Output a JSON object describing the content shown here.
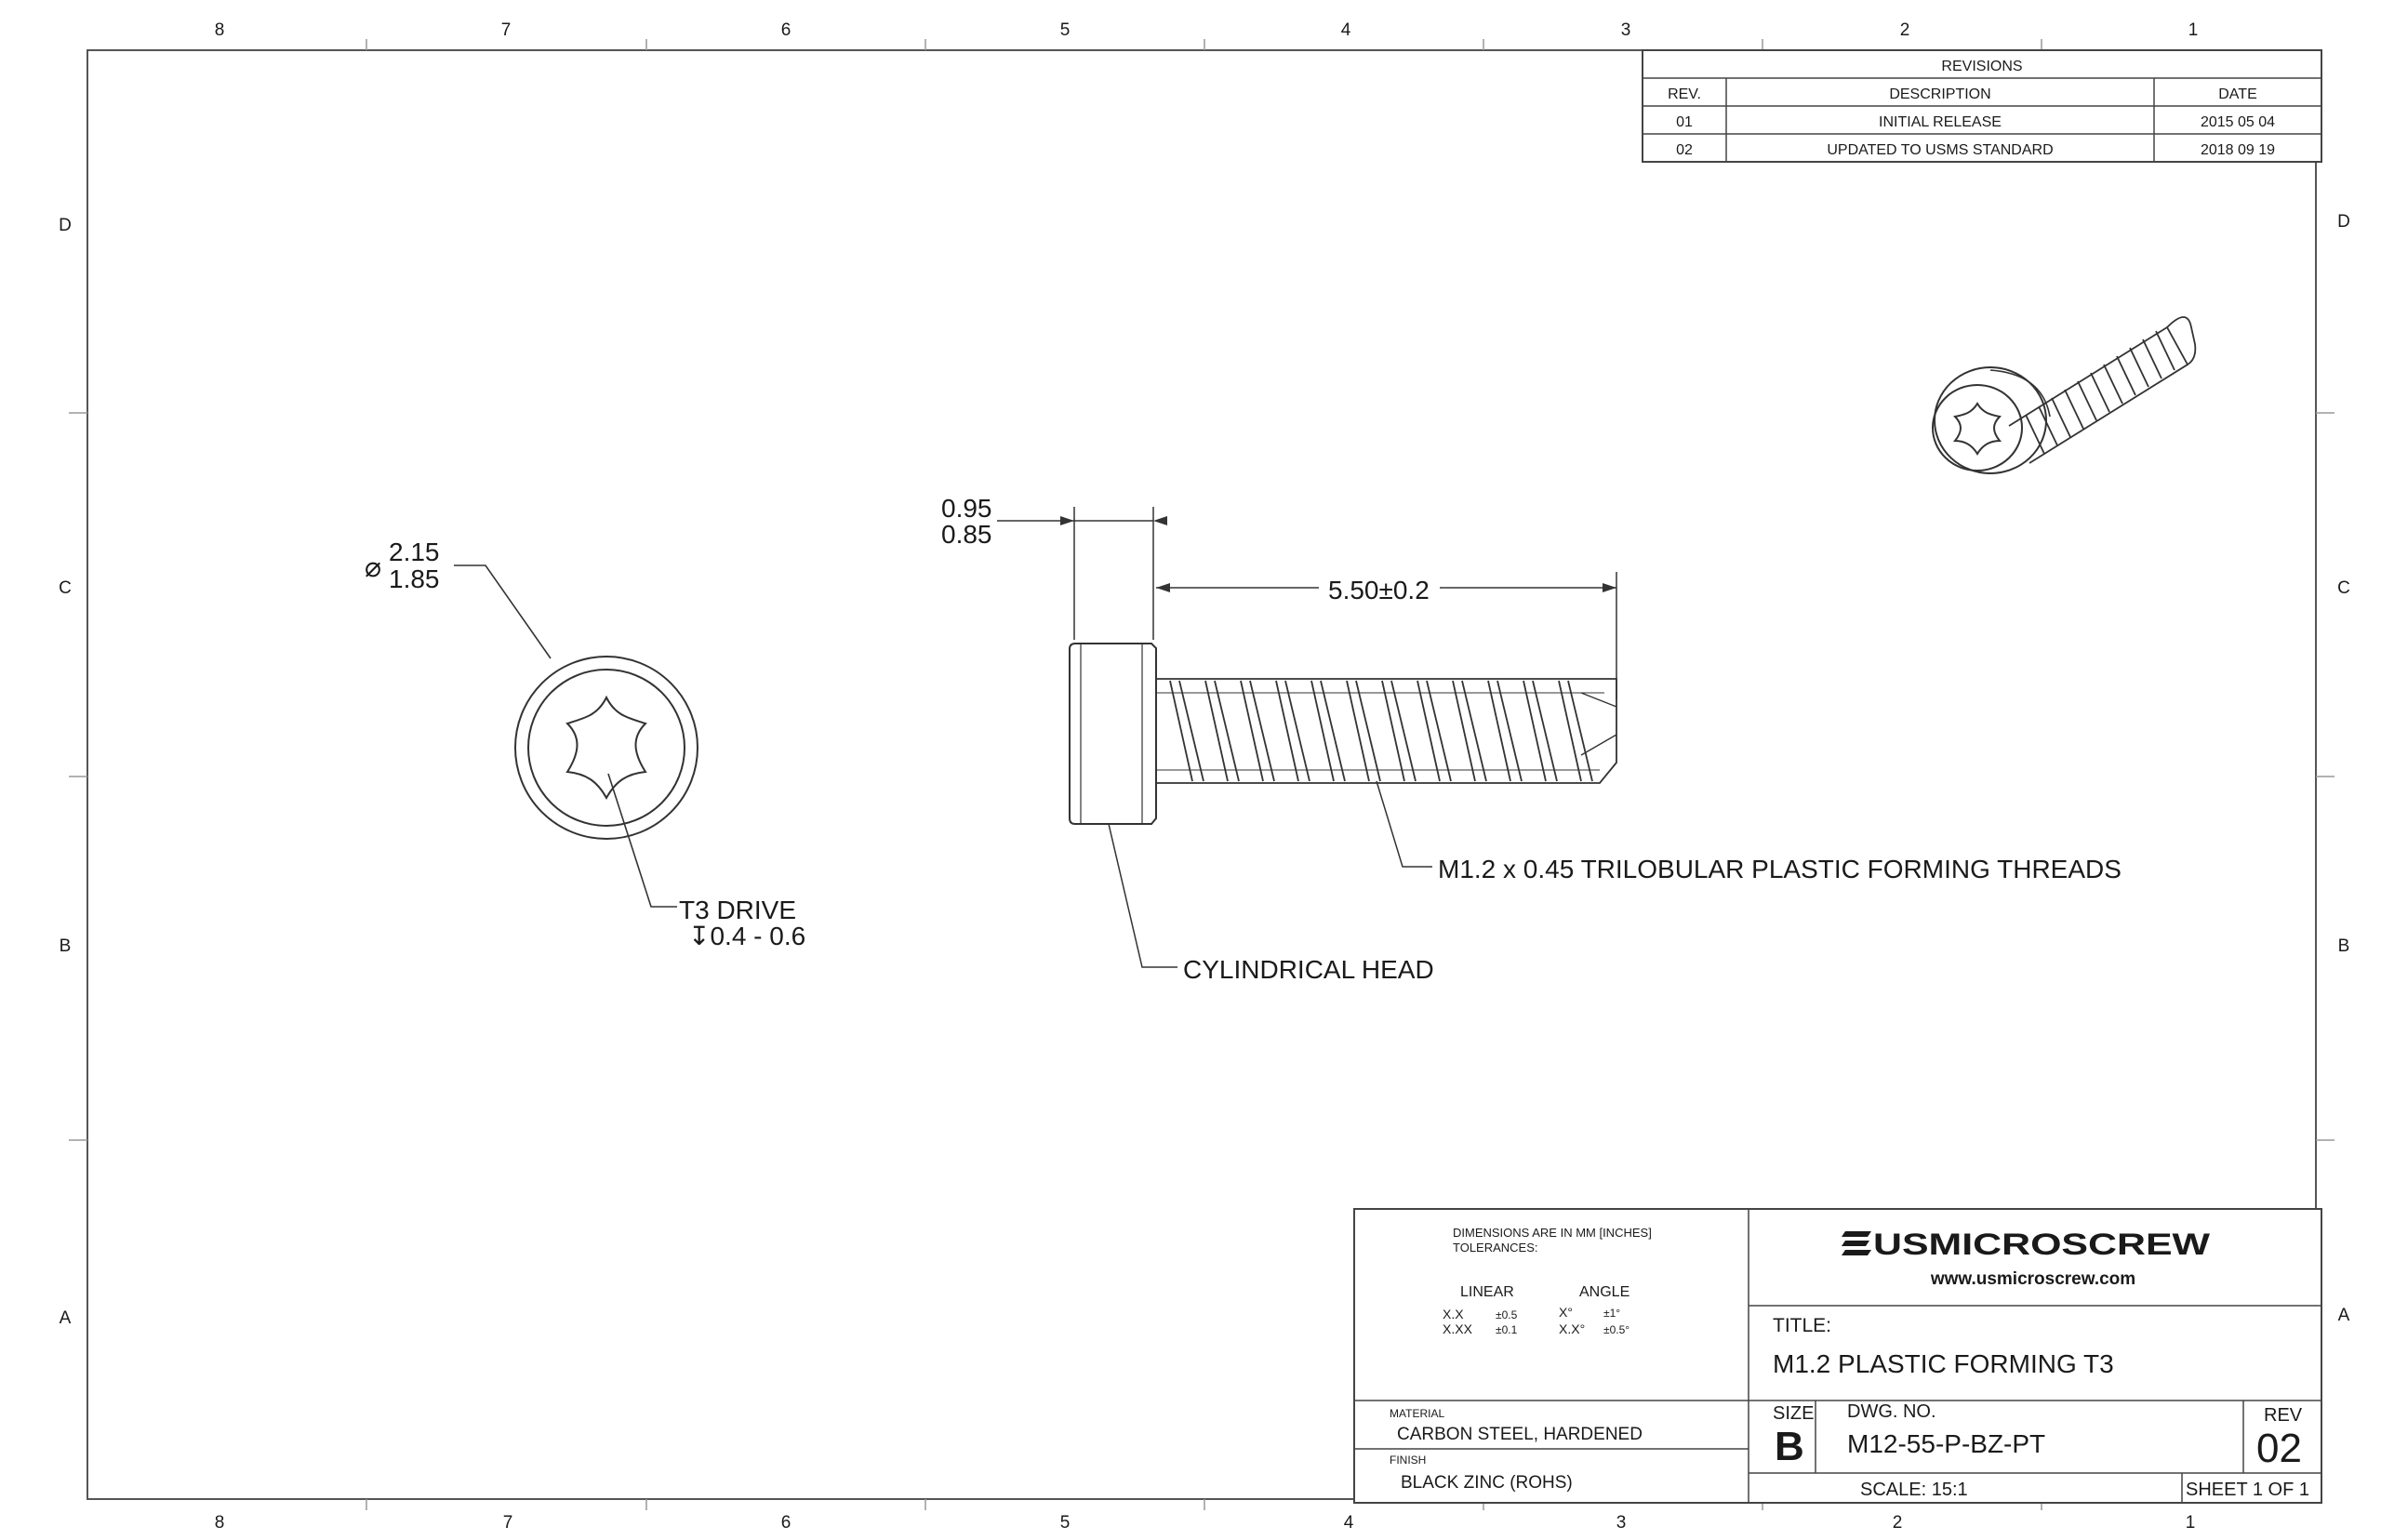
{
  "border": {
    "columns_top": [
      "8",
      "7",
      "6",
      "5",
      "4",
      "3",
      "2",
      "1"
    ],
    "columns_bottom": [
      "8",
      "7",
      "6",
      "5",
      "4",
      "3",
      "2",
      "1"
    ],
    "rows_left": [
      "D",
      "C",
      "B",
      "A"
    ],
    "rows_right": [
      "D",
      "C",
      "B",
      "A"
    ]
  },
  "revisions": {
    "title": "REVISIONS",
    "headers": {
      "rev": "REV.",
      "description": "DESCRIPTION",
      "date": "DATE"
    },
    "rows": [
      {
        "rev": "01",
        "description": "INITIAL RELEASE",
        "date": "2015 05 04"
      },
      {
        "rev": "02",
        "description": "UPDATED TO USMS STANDARD",
        "date": "2018 09 19"
      }
    ]
  },
  "annotations": {
    "diameter_symbol": "⌀",
    "head_dia_upper": "2.15",
    "head_dia_lower": "1.85",
    "drive_label": "T3 DRIVE",
    "drive_depth": "↧0.4 - 0.6",
    "head_height_upper": "0.95",
    "head_height_lower": "0.85",
    "length": "5.50±0.2",
    "threads": "M1.2 x 0.45 TRILOBULAR PLASTIC FORMING THREADS",
    "head_type": "CYLINDRICAL HEAD"
  },
  "title_block": {
    "units_note_1": "DIMENSIONS ARE IN MM [INCHES]",
    "units_note_2": "TOLERANCES:",
    "linear_label": "LINEAR",
    "angle_label": "ANGLE",
    "tol_xx": "X.X",
    "tol_xx_val": "±0.5",
    "tol_xxx": "X.XX",
    "tol_xxx_val": "±0.1",
    "tol_ang1": "X°",
    "tol_ang1_val": "±1°",
    "tol_ang2": "X.X°",
    "tol_ang2_val": "±0.5°",
    "material_label": "MATERIAL",
    "material_value": "CARBON STEEL, HARDENED",
    "finish_label": "FINISH",
    "finish_value": "BLACK ZINC (ROHS)",
    "logo_text": "USMICROSCREW",
    "website": "www.usmicroscrew.com",
    "title_label": "TITLE:",
    "title_value": "M1.2 PLASTIC FORMING T3",
    "size_label": "SIZE",
    "size_value": "B",
    "dwg_label": "DWG.  NO.",
    "dwg_value": "M12-55-P-BZ-PT",
    "rev_label": "REV",
    "rev_value": "02",
    "scale": "SCALE: 15:1",
    "sheet": "SHEET 1 OF 1"
  }
}
